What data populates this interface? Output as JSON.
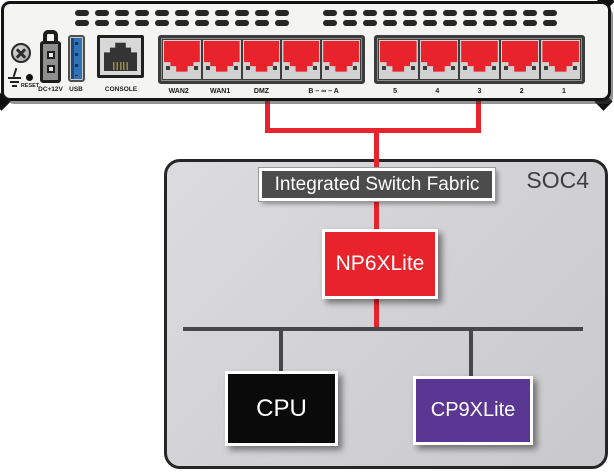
{
  "device": {
    "reset_label": "RESET",
    "dc_power_label": "DC+12V",
    "usb_label": "USB",
    "console_label": "CONSOLE",
    "vent_slots": {
      "group1": 11,
      "group2": 12
    },
    "port_groups": [
      {
        "name": "left",
        "port_count": 5,
        "labels": [
          {
            "text": "WAN2",
            "span": 1
          },
          {
            "text": "WAN1",
            "span": 1
          },
          {
            "text": "DMZ",
            "span": 1
          },
          {
            "text": "B – ∞ – A",
            "span": 2
          }
        ]
      },
      {
        "name": "right",
        "port_count": 5,
        "labels": [
          {
            "text": "5",
            "span": 1
          },
          {
            "text": "4",
            "span": 1
          },
          {
            "text": "3",
            "span": 1
          },
          {
            "text": "2",
            "span": 1
          },
          {
            "text": "1",
            "span": 1
          }
        ]
      }
    ]
  },
  "soc": {
    "name": "SOC4",
    "switch_fabric_label": "Integrated Switch Fabric",
    "network_processor_label": "NP6XLite",
    "cpu_label": "CPU",
    "content_processor_label": "CP9XLite"
  },
  "colors": {
    "port_red": "#e8232b",
    "line_red": "#e8232b",
    "np_red": "#e8232b",
    "cpu_black": "#0a0a0a",
    "cp_purple": "#5b3794",
    "soc_gray": "#d3d3d5",
    "fabric_gray": "#4c4c4c",
    "bus_gray": "#474747",
    "usb_blue": "#3172b5"
  }
}
